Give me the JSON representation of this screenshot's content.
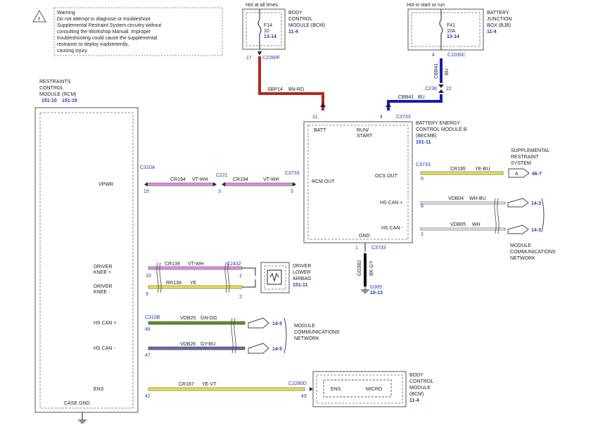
{
  "warning": {
    "lines": [
      "Warning",
      "Do not attempt to diagnose or troubleshoot",
      "Supplemental Restraint System circuitry without",
      "consulting the Workshop Manual. Improper",
      "troubleshooting could cause the supplemental",
      "restraints to deploy inadvertently,",
      "causing injury."
    ]
  },
  "power": {
    "hot_at_all_times": "Hot at all times",
    "hot_in_start_run": "Hot in start or run"
  },
  "bcm_top": {
    "name_lines": [
      "BODY",
      "CONTROL",
      "MODULE (BCM)"
    ],
    "ref": "11-4",
    "fuse": "F14",
    "amps": "10",
    "fuse_ref": "13-14",
    "pin": "17",
    "conn": "C2280F"
  },
  "bjb": {
    "name_lines": [
      "BATTERY",
      "JUNCTION",
      "BOX (BJB)"
    ],
    "ref": "11-4",
    "fuse": "F41",
    "amps": "10A",
    "fuse_ref": "13-14",
    "pin": "4",
    "conn": "C1035C"
  },
  "wires": {
    "sbp14": "SBP14",
    "sbp14_color": "BN-RD",
    "cbb41_v": "CBB41",
    "cbb41_v_color": "BU",
    "cbb41_h": "CBB41",
    "cbb41_h_color": "BU",
    "c238": "C238",
    "c238_pin": "22",
    "cr194_a": "CR194",
    "cr194_a_color": "VT-WH",
    "cr194_b": "CR194",
    "cr194_b_color": "VT-WH",
    "c221": "C221",
    "cr195": "CR195",
    "cr195_color": "YE-BU",
    "vdb04": "VDB04",
    "vdb04_color": "WH-BU",
    "vdb05": "VDB05",
    "vdb05_color": "WH",
    "gd382": "GD382",
    "gd382_color": "BK-GY",
    "cr139": "CR139",
    "cr139_color": "VT-WH",
    "rr139": "RR139",
    "rr139_color": "YE",
    "vdb25": "VDB25",
    "vdb25_color": "GN-OG",
    "vdb26": "VDB26",
    "vdb26_color": "GY-BU",
    "cr167": "CR167",
    "cr167_color": "YE-VT"
  },
  "becmb": {
    "name_lines": [
      "BATTERY ENERGY",
      "CONTROL MODULE B",
      "(BECMB)"
    ],
    "ref": "151-11",
    "batt": "BATT",
    "run_start_1": "RUN/",
    "run_start_2": "START",
    "rcm_out": "RCM OUT",
    "ocs_out": "OCS OUT",
    "hs_can_p": "HS CAN +",
    "hs_can_m": "HS CAN -",
    "gnd": "GND",
    "pin11": "11",
    "pin4": "4",
    "conn_top": "C3733",
    "conn_rcm": "C3733",
    "pin3": "3",
    "conn_ocs": "C3733",
    "pin9": "9",
    "pin8": "8",
    "pin2": "2",
    "pin1": "1",
    "conn_gnd": "C3733"
  },
  "rcm": {
    "name_lines": [
      "RESTRAINTS",
      "CONTROL",
      "MODULE (RCM)"
    ],
    "ref1": "151-10",
    "ref2": "151-15",
    "conn_a": "C310A",
    "vpwr": "VPWR",
    "pin19": "19",
    "driver_knee_p_1": "DRIVER",
    "driver_knee_p_2": "KNEE +",
    "pin10": "10",
    "driver_knee_m_1": "DRIVER",
    "driver_knee_m_2": "KNEE -",
    "pin9": "9",
    "conn_b": "C310B",
    "hs_can_p": "HS CAN +",
    "pin48": "48",
    "hs_can_m": "HS CAN -",
    "pin47": "47",
    "ens": "ENS",
    "pin42": "42",
    "case_gnd": "CASE GND"
  },
  "srs": {
    "name_lines": [
      "SUPPLEMENTAL",
      "RESTRAINT",
      "SYSTEM"
    ],
    "letter": "A",
    "ref": "46-7"
  },
  "mcn_right": {
    "name_lines": [
      "MODULE",
      "COMMUNICATIONS",
      "NETWORK"
    ],
    "ref1": "14-3",
    "ref2": "14-3"
  },
  "mcn_left": {
    "name_lines": [
      "MODULE",
      "COMMUNICATIONS",
      "NETWORK"
    ],
    "ref1": "14-5",
    "ref2": "14-5"
  },
  "airbag": {
    "name_lines": [
      "DRIVER",
      "LOWER",
      "AIRBAG"
    ],
    "ref": "151-11",
    "conn": "C2432",
    "pin1": "1",
    "pin2": "2"
  },
  "ground": {
    "name": "G305",
    "ref": "10-13"
  },
  "bcm_bottom": {
    "name_lines": [
      "BODY",
      "CONTROL",
      "MODULE",
      "(BCM)"
    ],
    "ref": "11-4",
    "ens": "ENS",
    "micro": "MICRO",
    "conn": "C2280D",
    "pin49": "49"
  },
  "colors": {
    "red": "#b5271f",
    "blue": "#1a1ab8",
    "pink": "#e58ee0",
    "yellow": "#ece545",
    "green": "#5a9a1a",
    "purple": "#6b6bb0",
    "black": "#111"
  }
}
